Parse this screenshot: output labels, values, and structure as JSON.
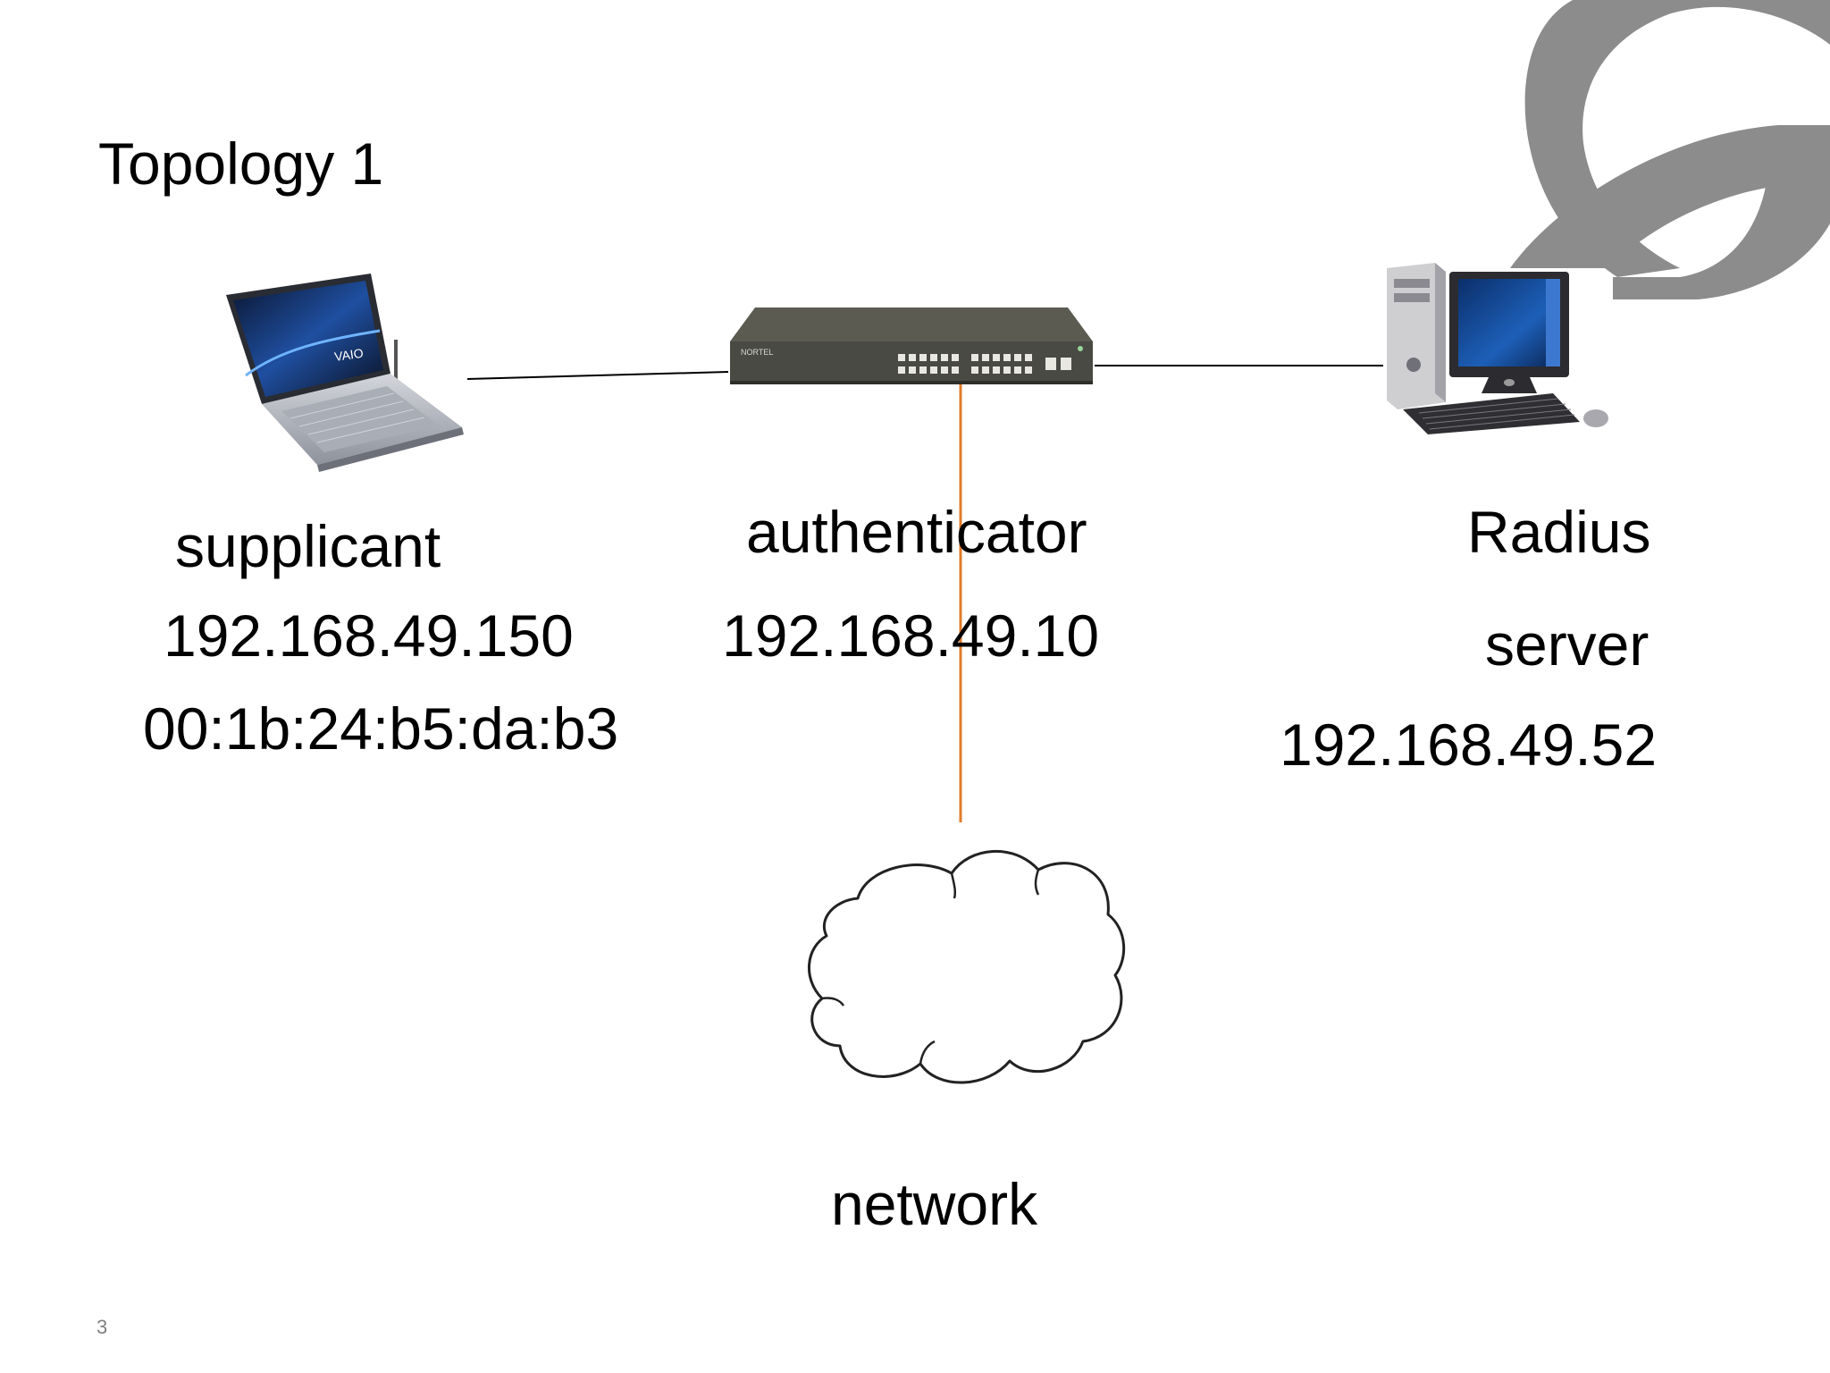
{
  "slide": {
    "title": "Topology 1",
    "page_number": "3"
  },
  "nodes": {
    "supplicant": {
      "label": "supplicant",
      "ip": "192.168.49.150",
      "mac": "00:1b:24:b5:da:b3",
      "icon": "laptop-icon"
    },
    "authenticator": {
      "label": "authenticator",
      "ip": "192.168.49.10",
      "icon": "switch-icon"
    },
    "radius": {
      "label_line1": "Radius",
      "label_line2": "server",
      "ip": "192.168.49.52",
      "icon": "desktop-computer-icon"
    },
    "network": {
      "label": "network",
      "icon": "cloud-icon"
    }
  },
  "colors": {
    "link_lines": "#000000",
    "network_link": "#e07b2a",
    "logo": "#8c8c8c",
    "switch_body": "#4a4a44"
  },
  "logo": {
    "icon": "globe-logo-icon"
  }
}
